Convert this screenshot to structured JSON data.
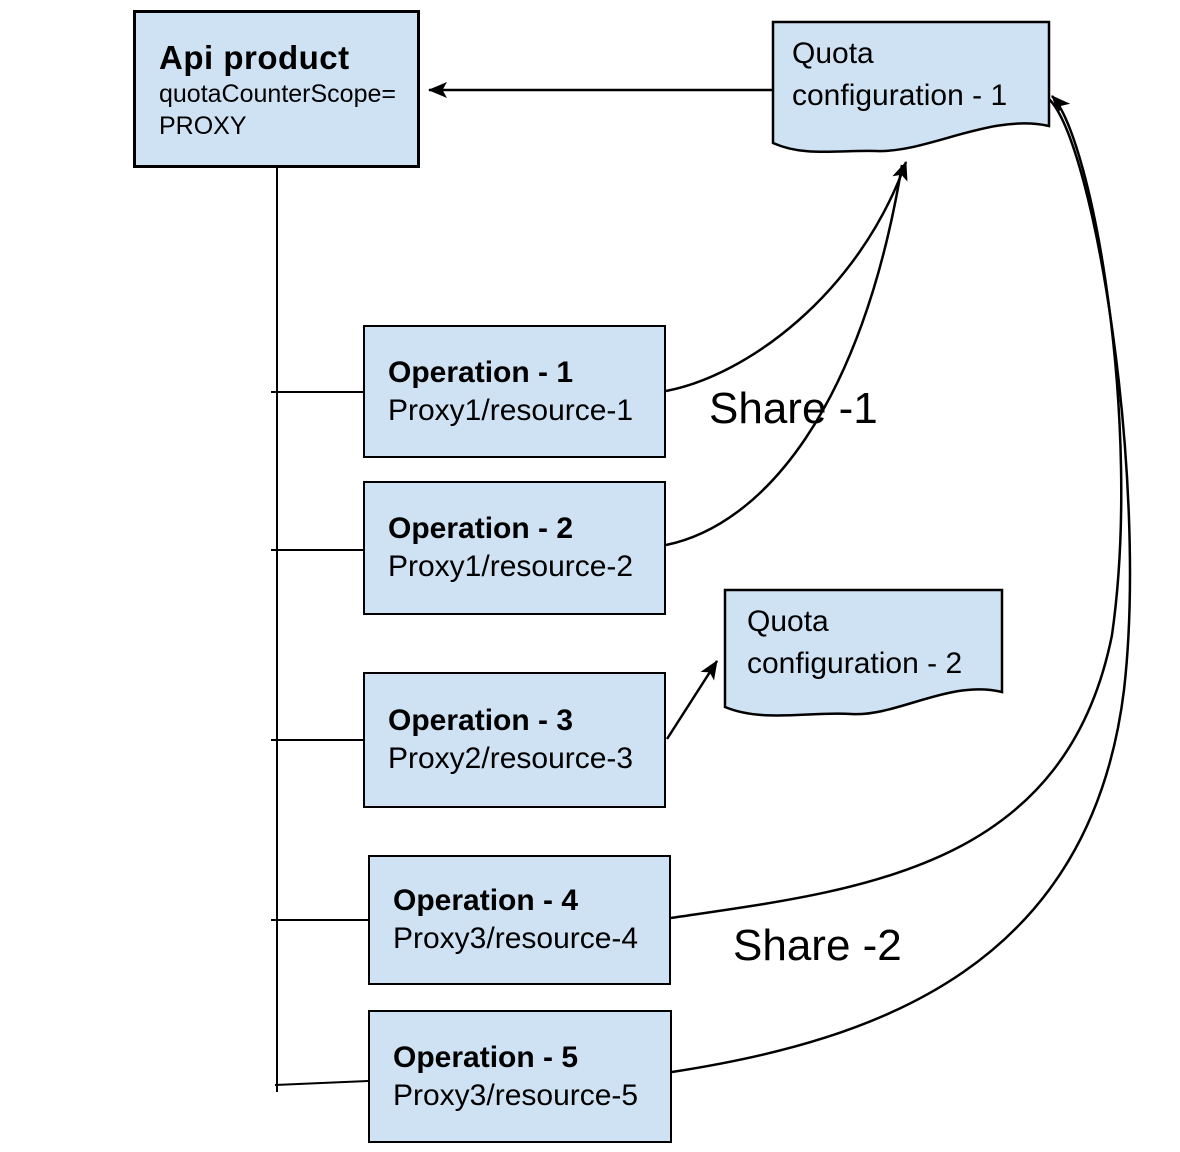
{
  "api_product": {
    "title": "Api product",
    "scope_lines": [
      "quotaCounterScope=",
      "PROXY"
    ]
  },
  "quota_configs": [
    {
      "line1": "Quota",
      "line2": "configuration - 1"
    },
    {
      "line1": "Quota",
      "line2": "configuration - 2"
    }
  ],
  "operations": [
    {
      "title": "Operation - 1",
      "path": "Proxy1/resource-1"
    },
    {
      "title": "Operation - 2",
      "path": "Proxy1/resource-2"
    },
    {
      "title": "Operation - 3",
      "path": "Proxy2/resource-3"
    },
    {
      "title": "Operation - 4",
      "path": "Proxy3/resource-4"
    },
    {
      "title": "Operation - 5",
      "path": "Proxy3/resource-5"
    }
  ],
  "labels": {
    "share_1": "Share -1",
    "share_2": "Share -2"
  },
  "colors": {
    "node_fill": "#cfe2f3",
    "node_stroke": "#000000",
    "connector": "#000000",
    "background": "#ffffff"
  }
}
